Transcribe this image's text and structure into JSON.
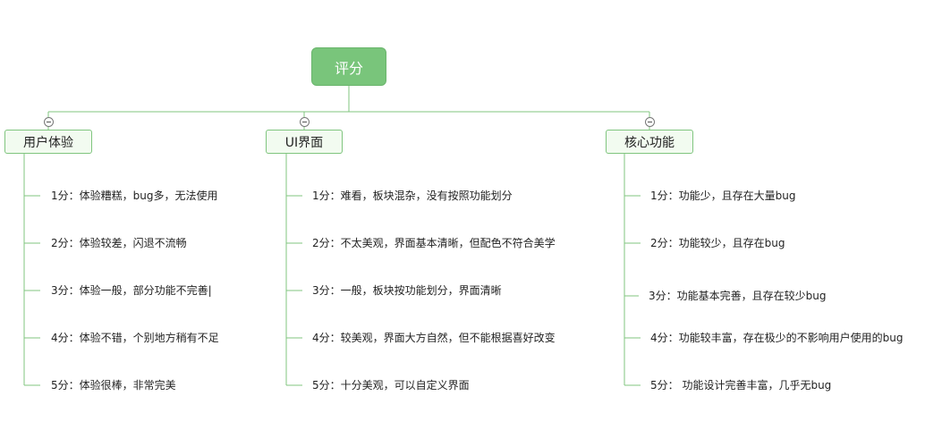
{
  "root": {
    "label": "评分"
  },
  "branches": [
    {
      "label": "用户体验",
      "items": [
        "1分：体验糟糕，bug多，无法使用",
        "2分：体验较差，闪退不流畅",
        "3分：体验一般，部分功能不完善|",
        "4分：体验不错，个别地方稍有不足",
        "5分：体验很棒，非常完美"
      ]
    },
    {
      "label": "UI界面",
      "items": [
        "1分：难看，板块混杂，没有按照功能划分",
        "2分：不太美观，界面基本清晰，但配色不符合美学",
        "3分：一般，板块按功能划分，界面清晰",
        "4分：较美观，界面大方自然，但不能根据喜好改变",
        "5分：十分美观，可以自定义界面"
      ]
    },
    {
      "label": "核心功能",
      "items": [
        "1分：功能少，且存在大量bug",
        "2分：功能较少，且存在bug",
        "3分：功能基本完善，且存在较少bug",
        "4分：功能较丰富，存在极少的不影响用户使用的bug",
        "5分： 功能设计完善丰富，几乎无bug"
      ]
    }
  ],
  "colors": {
    "root_fill": "#79c57b",
    "branch_fill": "#f2fbf0",
    "line": "#80c57f"
  }
}
